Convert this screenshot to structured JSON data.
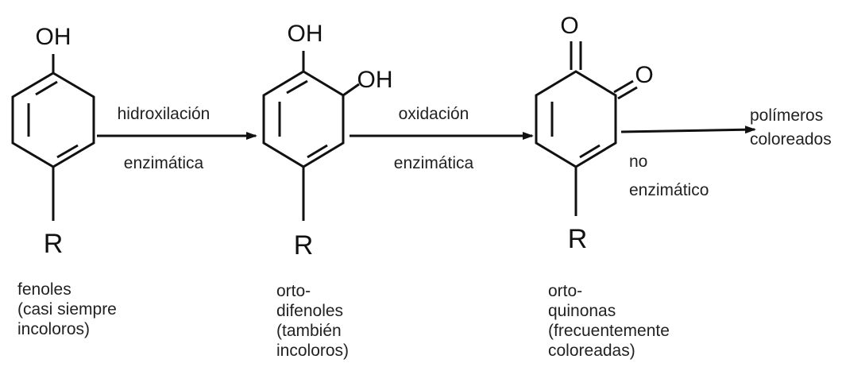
{
  "molecules": {
    "phenol": {
      "oh": "OH",
      "r": "R"
    },
    "diphenol": {
      "oh1": "OH",
      "oh2": "OH",
      "r": "R"
    },
    "quinone": {
      "o1": "O",
      "o2": "O",
      "r": "R"
    }
  },
  "arrows": {
    "step1": {
      "above": "hidroxilación",
      "below": "enzimática"
    },
    "step2": {
      "above": "oxidación",
      "below": "enzimática"
    },
    "step3": {
      "below_line1": "no",
      "below_line2": "enzimático"
    }
  },
  "product": {
    "line1": "polímeros",
    "line2": "coloreados"
  },
  "captions": {
    "phenols": [
      "fenoles",
      "(casi siempre",
      "incoloros)"
    ],
    "diphenols": [
      "orto-",
      "difenoles",
      "(también",
      "incoloros)"
    ],
    "quinones": [
      "orto-",
      "quinonas",
      "(frecuentemente",
      "coloreadas)"
    ]
  },
  "colors": {
    "ink": "#111111",
    "background": "#ffffff"
  }
}
